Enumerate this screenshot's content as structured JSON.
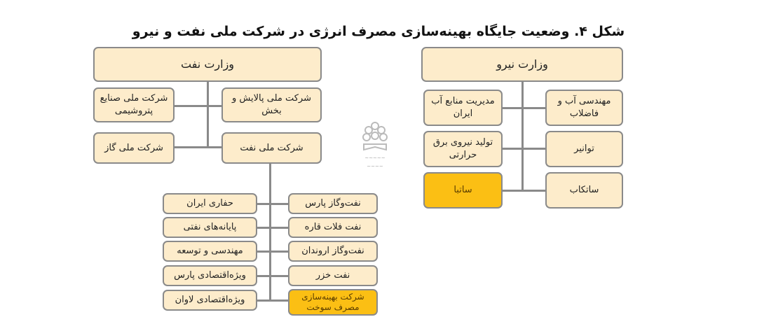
{
  "title": "شکل ۴. وضعیت جایگاه بهینه‌سازی مصرف انرژی در شرکت ملی نفت و نیرو",
  "oil": {
    "ministry": "وزارت نفت",
    "level1": {
      "refining": "شرکت ملی پالایش و بخش",
      "petrochem": "شرکت ملی صنایع پتروشیمی",
      "nioc": "شرکت ملی نفت",
      "gas": "شرکت ملی گاز"
    },
    "subsidiaries_right": [
      "نفت‌وگاز پارس",
      "نفت فلات قاره",
      "نفت‌وگاز اروندان",
      "نفت خزر",
      "شرکت بهینه‌سازی مصرف سوخت"
    ],
    "subsidiaries_left": [
      "حفاری ایران",
      "پایانه‌های نفتی",
      "مهندسی و توسعه",
      "ویژه‌اقتصادی پارس",
      "ویژه‌اقتصادی لاوان"
    ]
  },
  "energy": {
    "ministry": "وزارت نیرو",
    "right": [
      "مهندسی آب و فاضلاب",
      "توانیر",
      "ساتکاب"
    ],
    "left": [
      "مدیریت منابع آب ایران",
      "تولید نیروی برق حرارتی",
      "ساتبا"
    ]
  },
  "colors": {
    "box_fill": "#fdeccb",
    "highlight": "#fbbf14",
    "border": "#8a8a8a"
  }
}
